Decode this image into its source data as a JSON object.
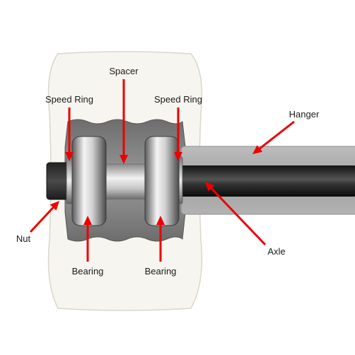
{
  "labels": {
    "spacer": "Spacer",
    "speed_ring_left": "Speed Ring",
    "speed_ring_right": "Speed Ring",
    "hanger": "Hanger",
    "nut": "Nut",
    "axle": "Axle",
    "bearing_left": "Bearing",
    "bearing_right": "Bearing"
  },
  "colors": {
    "arrow": "#ee0000",
    "wheel": "#f7f5ef",
    "hanger": "#a3a3a3",
    "axle": "#2e2e2e"
  }
}
